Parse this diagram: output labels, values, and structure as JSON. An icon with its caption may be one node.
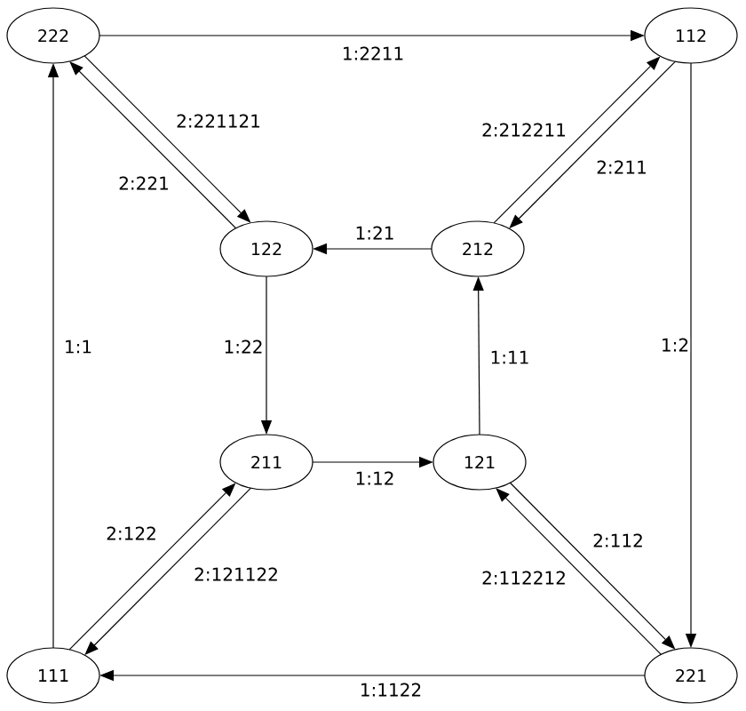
{
  "diagram": {
    "nodes": [
      {
        "text": [
          "222"
        ]
      },
      {
        "text": [
          "112"
        ]
      },
      {
        "text": [
          "122"
        ]
      },
      {
        "text": [
          "212"
        ]
      },
      {
        "text": [
          "211"
        ]
      },
      {
        "text": [
          "121"
        ]
      },
      {
        "text": [
          "111"
        ]
      },
      {
        "text": [
          "221"
        ]
      }
    ],
    "edges": [
      {
        "from": 0,
        "to": 1,
        "arrow": "to",
        "label": "1:2211"
      },
      {
        "from": 0,
        "to": 2,
        "arrow": "to",
        "label": "2:221121"
      },
      {
        "from": 2,
        "to": 0,
        "arrow": "to",
        "label": "2:221"
      },
      {
        "from": 3,
        "to": 1,
        "arrow": "to",
        "label": "2:212211"
      },
      {
        "from": 1,
        "to": 3,
        "arrow": "to",
        "label": "2:211"
      },
      {
        "from": 3,
        "to": 2,
        "arrow": "to",
        "label": "1:21"
      },
      {
        "from": 2,
        "to": 4,
        "arrow": "to",
        "label": "1:22"
      },
      {
        "from": 5,
        "to": 3,
        "arrow": "to",
        "label": "1:11"
      },
      {
        "from": 4,
        "to": 5,
        "arrow": "to",
        "label": "1:12"
      },
      {
        "from": 6,
        "to": 0,
        "arrow": "to",
        "label": "1:1"
      },
      {
        "from": 1,
        "to": 7,
        "arrow": "to",
        "label": "1:2"
      },
      {
        "from": 7,
        "to": 6,
        "arrow": "to",
        "label": "1:1122"
      },
      {
        "from": 6,
        "to": 4,
        "arrow": "to",
        "label": "2:122"
      },
      {
        "from": 4,
        "to": 6,
        "arrow": "to",
        "label": "2:121122"
      },
      {
        "from": 5,
        "to": 7,
        "arrow": "to",
        "label": "2:112"
      },
      {
        "from": 7,
        "to": 5,
        "arrow": "to",
        "label": "2:112212"
      }
    ]
  }
}
